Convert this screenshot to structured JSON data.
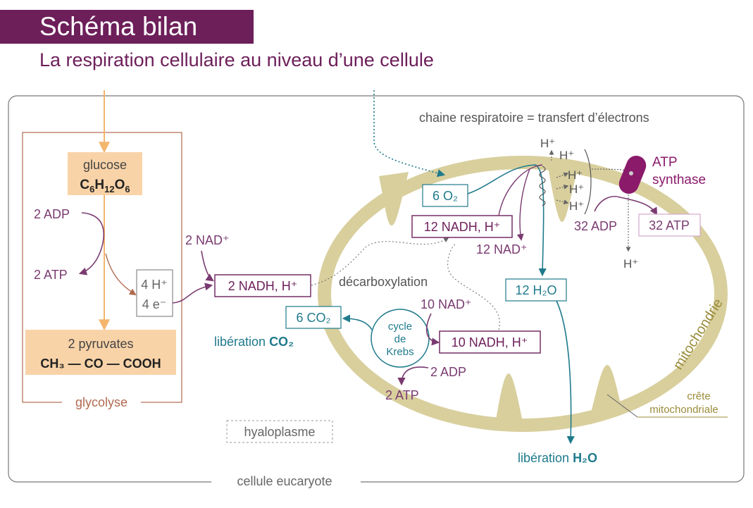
{
  "header": {
    "title": "Schéma bilan",
    "subtitle": "La respiration cellulaire au niveau d’une cellule"
  },
  "colors": {
    "plum": "#6d1f5a",
    "purple": "#7a3a70",
    "teal": "#1f7a8c",
    "orange": "#f4b56c",
    "peach": "#f9d3a8",
    "khaki": "#d8cf9d",
    "khaki_dark": "#9a8c3a",
    "brown": "#b06a50",
    "grey": "#666666",
    "atp_synthase": "#8b1a6b"
  },
  "labels": {
    "cellule": "cellule eucaryote",
    "hyaloplasme": "hyaloplasme",
    "glycolyse": "glycolyse",
    "glucose": "glucose",
    "pyruvates": "2 pyruvates",
    "pyruvates_formula": "CH₃ — CO — COOH",
    "adp_glyco": "2 ADP",
    "atp_glyco": "2 ATP",
    "h_glyco": "4 H⁺",
    "e_glyco": "4 e⁻",
    "nad_2": "2 NAD⁺",
    "nadh_2": "2 NADH, H⁺",
    "decarboxylation": "décarboxylation",
    "co2_6": "6 CO₂",
    "liberation_co2_prefix": "libération",
    "liberation_co2_mol": "CO₂",
    "krebs_1": "cycle",
    "krebs_2": "de",
    "krebs_3": "Krebs",
    "nad_10": "10 NAD⁺",
    "nadh_10": "10 NADH, H⁺",
    "adp_krebs": "2 ADP",
    "atp_krebs": "2 ATP",
    "o2_6": "6 O₂",
    "nadh_12": "12 NADH, H⁺",
    "nad_12": "12 NAD⁺",
    "h2o_12": "12 H₂O",
    "liberation_h2o_prefix": "libération",
    "liberation_h2o_mol": "H₂O",
    "chaine": "chaine respiratoire = transfert d’électrons",
    "atp_synthase_1": "ATP",
    "atp_synthase_2": "synthase",
    "adp_32": "32 ADP",
    "atp_32": "32 ATP",
    "h_plus": "H⁺",
    "mitochondrie": "mitochondrie",
    "crete_1": "crête",
    "crete_2": "mitochondriale"
  }
}
